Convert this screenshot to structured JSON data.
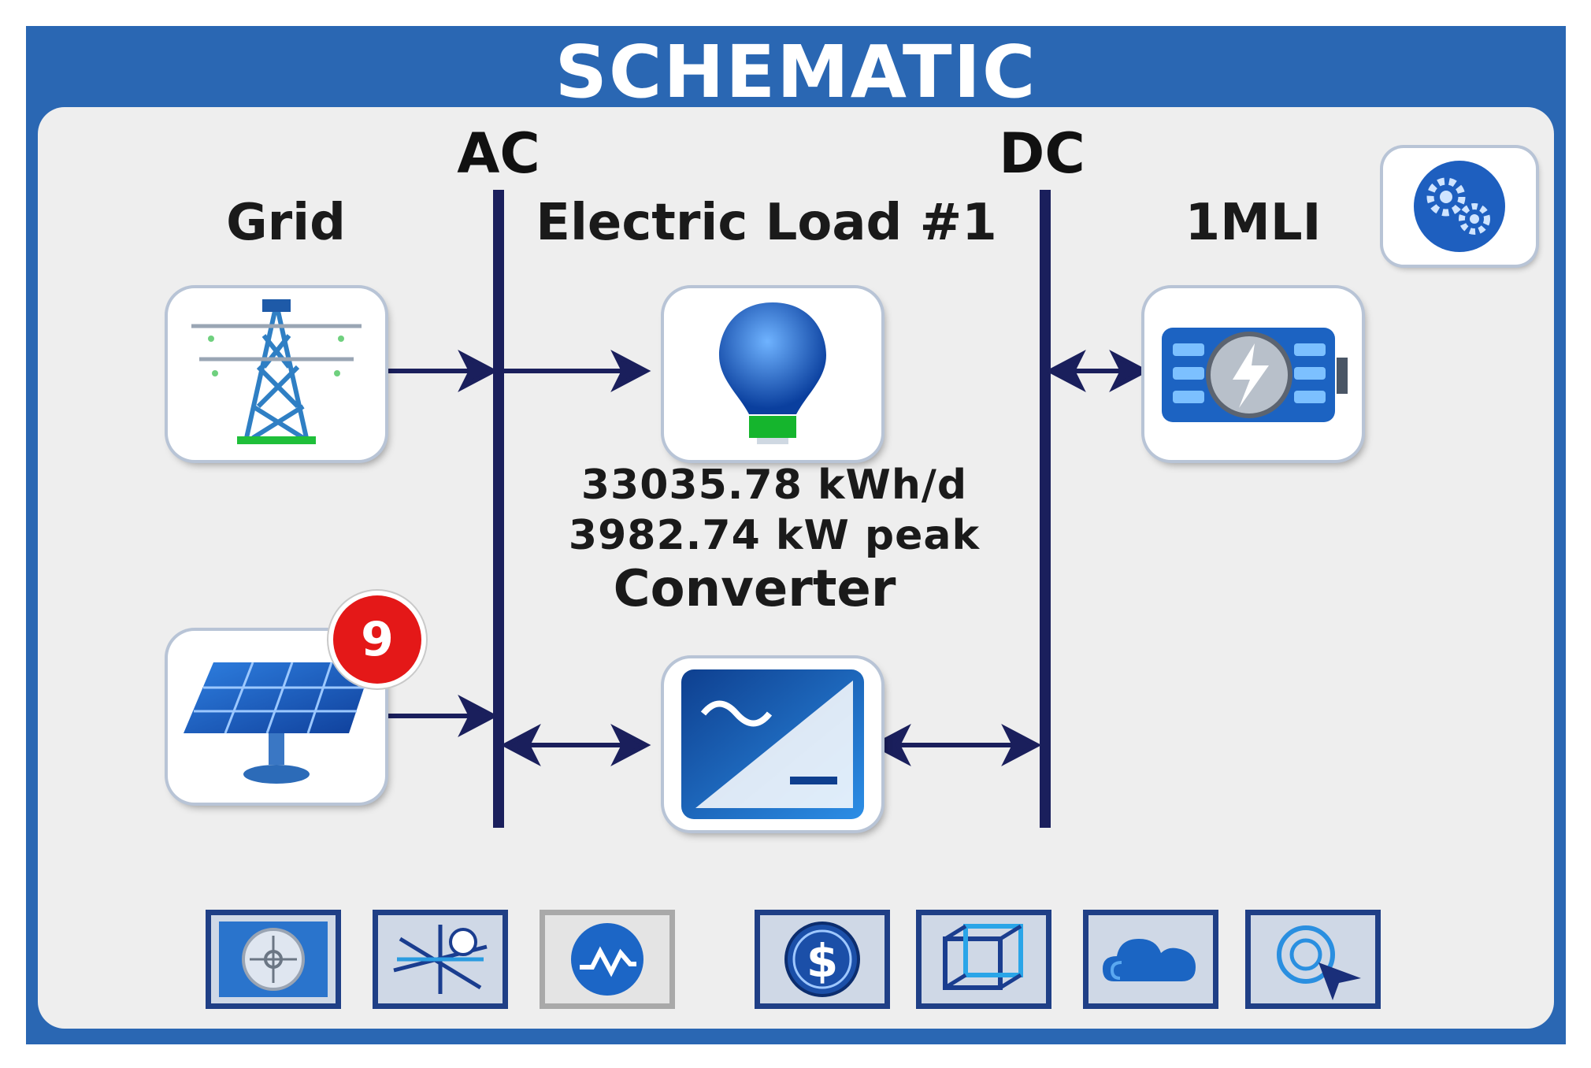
{
  "header": {
    "title": "SCHEMATIC"
  },
  "buses": {
    "ac_label": "AC",
    "dc_label": "DC"
  },
  "components": {
    "grid": {
      "label": "Grid",
      "icon": "transmission-tower-icon"
    },
    "load": {
      "label": "Electric Load #1",
      "icon": "light-bulb-icon",
      "energy": "33035.78 kWh/d",
      "peak": "3982.74 kW peak"
    },
    "mli": {
      "label": "1MLI",
      "icon": "battery-storage-icon"
    },
    "pv": {
      "icon": "solar-panel-icon",
      "badge": "9"
    },
    "converter": {
      "label": "Converter",
      "icon": "ac-dc-converter-icon"
    }
  },
  "settings": {
    "icon": "gears-icon"
  },
  "toolbar": [
    {
      "icon": "compass-icon"
    },
    {
      "icon": "sensitivity-icon"
    },
    {
      "icon": "waveform-icon"
    },
    {
      "icon": "dollar-icon"
    },
    {
      "icon": "cube-icon"
    },
    {
      "icon": "cloud-icon"
    },
    {
      "icon": "target-cursor-icon"
    }
  ],
  "colors": {
    "frame": "#2a67b3",
    "panel": "#eeeeee",
    "bus": "#1a1f5c",
    "badge": "#e41818"
  }
}
